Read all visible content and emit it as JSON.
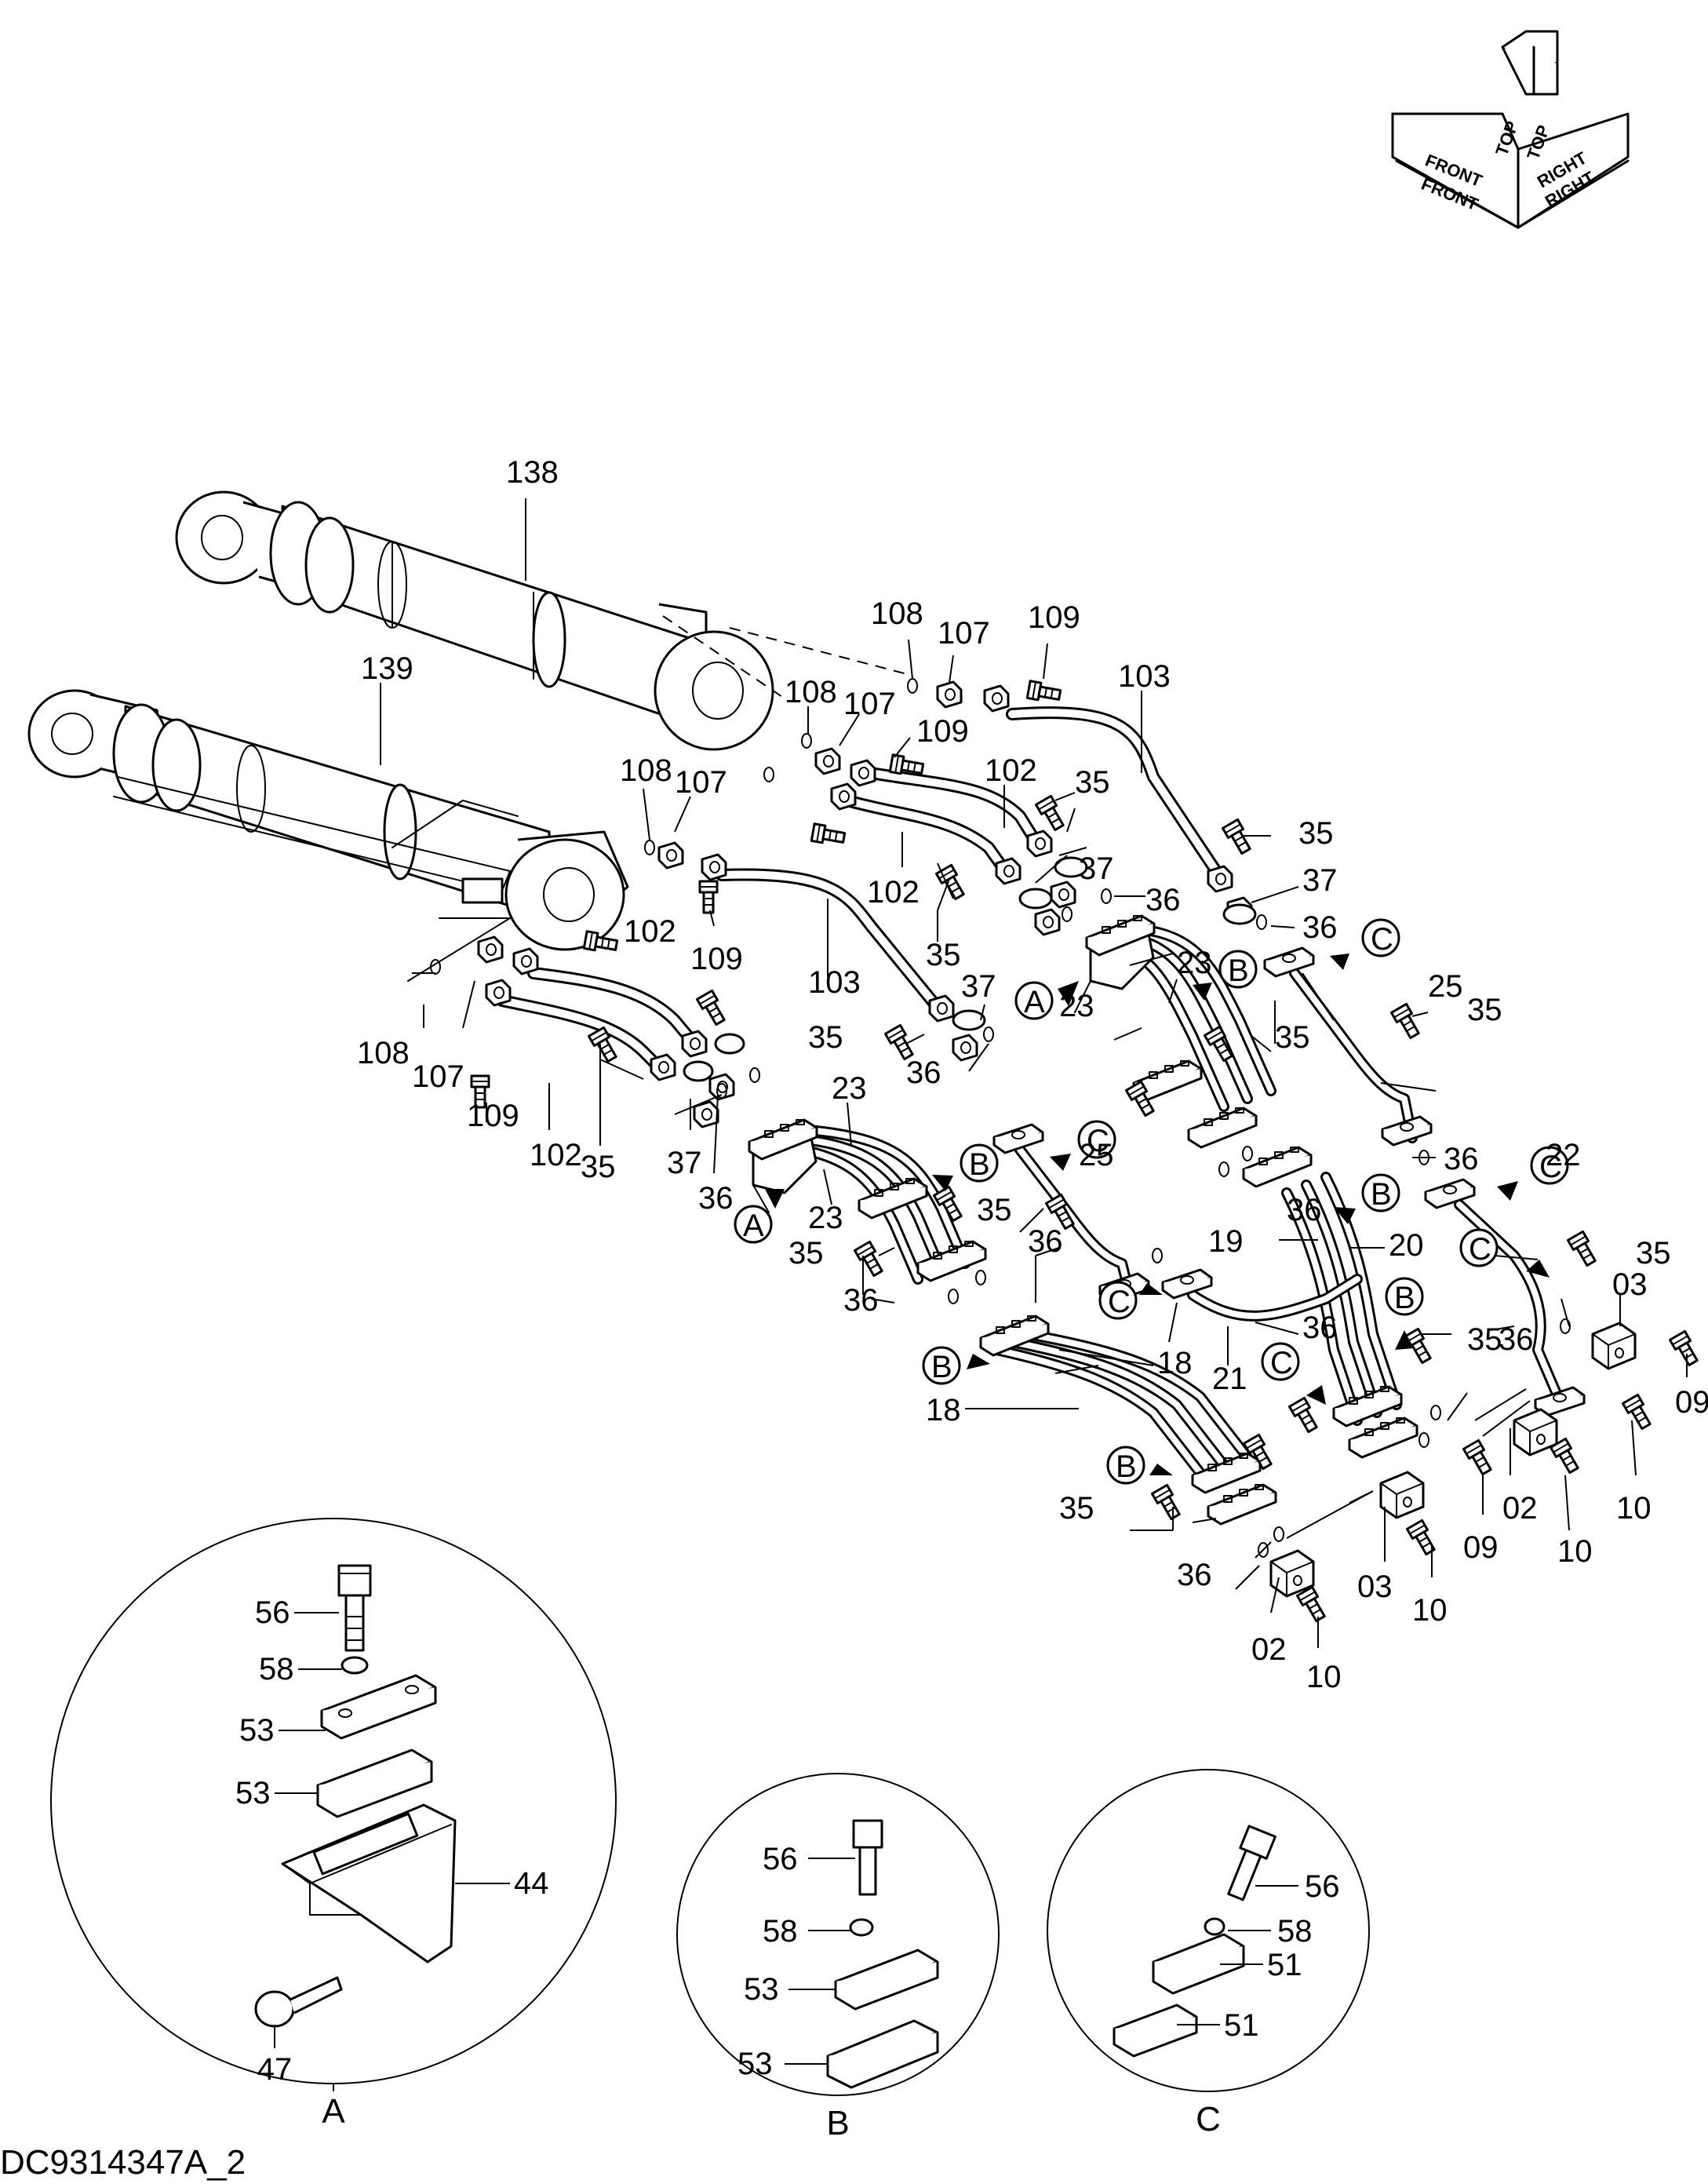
{
  "orientation": {
    "front": "FRONT",
    "top": "TOP",
    "right": "RIGHT"
  },
  "diagram_id": "DC9314347A_2",
  "callouts": {
    "a": "A",
    "b": "B",
    "c": "C"
  },
  "labels": {
    "p138": "138",
    "p139": "139",
    "p108a": "108",
    "p107a": "107",
    "p109a": "109",
    "p103a": "103",
    "p108b": "108",
    "p107b": "107",
    "p109b": "109",
    "p102a": "102",
    "p102b": "102",
    "p108c": "108",
    "p107c": "107",
    "p109c": "109",
    "p103b": "103",
    "p108d": "108",
    "p107d": "107",
    "p109d": "109",
    "p102c": "102",
    "p102d": "102",
    "p35a": "35",
    "p35b": "35",
    "p35c": "35",
    "p35d": "35",
    "p35e": "35",
    "p35f": "35",
    "p35g": "35",
    "p35h": "35",
    "p35i": "35",
    "p35j": "35",
    "p35k": "35",
    "p35l": "35",
    "p37a": "37",
    "p37b": "37",
    "p37c": "37",
    "p37d": "37",
    "p36a": "36",
    "p36b": "36",
    "p36c": "36",
    "p36d": "36",
    "p36e": "36",
    "p36f": "36",
    "p36g": "36",
    "p36h": "36",
    "p36i": "36",
    "p36j": "36",
    "p36k": "36",
    "p23a": "23",
    "p23b": "23",
    "p23c": "23",
    "p23d": "23",
    "p25a": "25",
    "p25b": "25",
    "p22": "22",
    "p21": "21",
    "p19": "19",
    "p20": "20",
    "p18a": "18",
    "p18b": "18",
    "p03a": "03",
    "p03b": "03",
    "p02a": "02",
    "p02b": "02",
    "p09a": "09",
    "p09b": "09",
    "p10a": "10",
    "p10b": "10",
    "p10c": "10",
    "p10d": "10"
  },
  "detail_a": {
    "title": "A",
    "p56": "56",
    "p58": "58",
    "p53a": "53",
    "p53b": "53",
    "p44": "44",
    "p47": "47"
  },
  "detail_b": {
    "title": "B",
    "p56": "56",
    "p58": "58",
    "p53a": "53",
    "p53b": "53"
  },
  "detail_c": {
    "title": "C",
    "p56": "56",
    "p58": "58",
    "p51a": "51",
    "p51b": "51"
  }
}
